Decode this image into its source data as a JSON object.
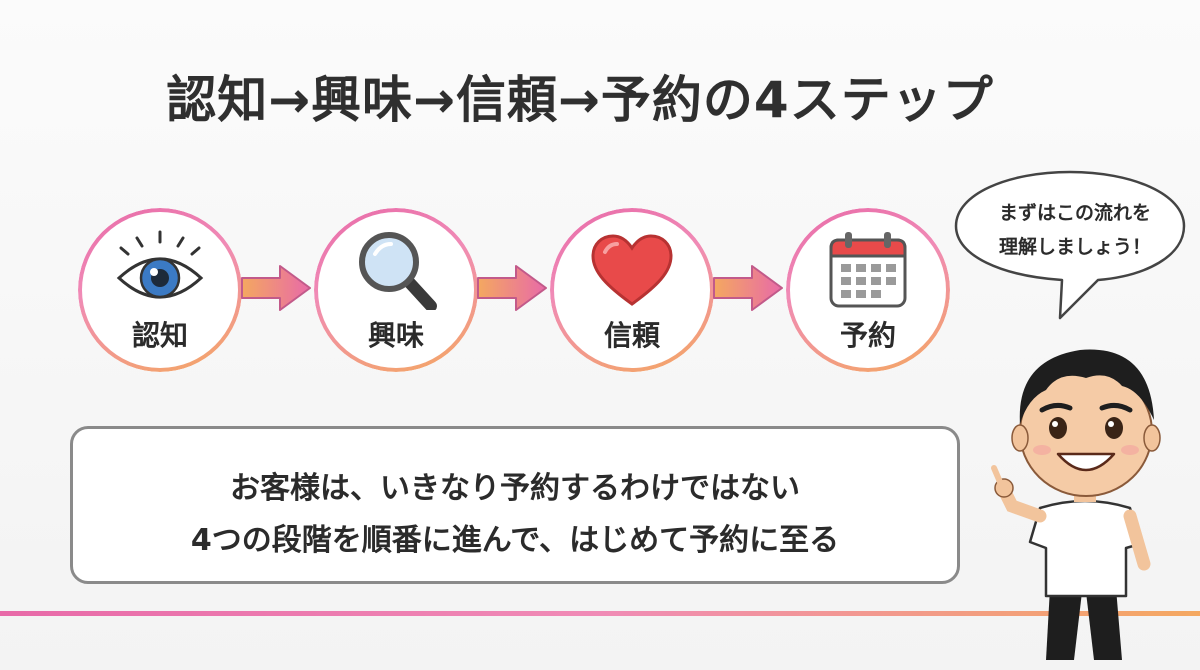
{
  "title": "認知→興味→信頼→予約の4ステップ",
  "steps": [
    {
      "label": "認知",
      "icon": "eye-icon"
    },
    {
      "label": "興味",
      "icon": "magnifier-icon"
    },
    {
      "label": "信頼",
      "icon": "heart-icon"
    },
    {
      "label": "予約",
      "icon": "calendar-icon"
    }
  ],
  "message": {
    "line1": "お客様は、いきなり予約するわけではない",
    "line2": "4つの段階を順番に進んで、はじめて予約に至る"
  },
  "speech_bubble": {
    "line1": "まずはこの流れを",
    "line2": "理解しましょう！"
  },
  "colors": {
    "accent_pink": "#e86aa8",
    "accent_orange": "#f4a860",
    "heart": "#e84a4a",
    "eye_iris": "#3b7ac4"
  }
}
